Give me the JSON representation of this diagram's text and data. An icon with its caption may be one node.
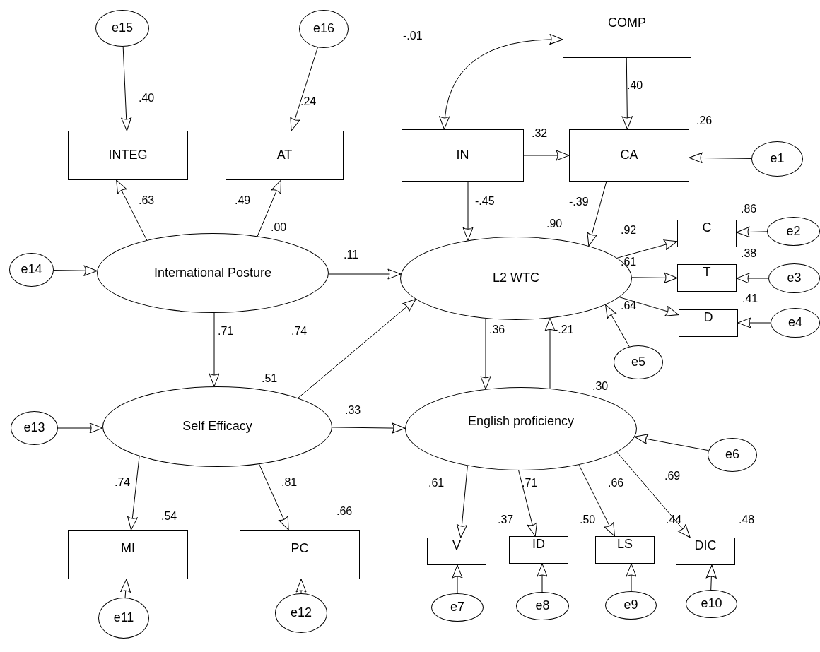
{
  "diagram": {
    "nodes": [
      {
        "text": [
          "COMP"
        ]
      },
      {
        "text": [
          "e15"
        ]
      },
      {
        "text": [
          "INTEG"
        ],
        "beside": [
          ".40"
        ]
      },
      {
        "text": [
          "e16"
        ]
      },
      {
        "text": [
          "AT"
        ],
        "beside": [
          ".24"
        ]
      },
      {
        "text": [
          "IN"
        ]
      },
      {
        "text": [
          "CA"
        ],
        "beside": [
          ".26"
        ]
      },
      {
        "text": [
          "e1"
        ]
      },
      {
        "text": [
          "e14"
        ]
      },
      {
        "text": [
          "International Posture"
        ],
        "beside": [
          ".00"
        ]
      },
      {
        "text": [
          "L2 WTC"
        ],
        "beside": [
          ".90"
        ]
      },
      {
        "text": [
          "C"
        ],
        "beside": [
          ".86"
        ]
      },
      {
        "text": [
          "e2"
        ]
      },
      {
        "text": [
          "T"
        ],
        "beside": [
          ".38"
        ]
      },
      {
        "text": [
          "e3"
        ]
      },
      {
        "text": [
          "D"
        ],
        "beside": [
          ".41"
        ]
      },
      {
        "text": [
          "e4"
        ]
      },
      {
        "text": [
          "e5"
        ]
      },
      {
        "text": [
          "e13"
        ]
      },
      {
        "text": [
          "Self Efficacy"
        ],
        "beside": [
          ".51"
        ]
      },
      {
        "text": [
          "English proficiency"
        ],
        "beside": [
          ".30"
        ]
      },
      {
        "text": [
          "e6"
        ]
      },
      {
        "text": [
          "MI"
        ],
        "beside": [
          ".54"
        ]
      },
      {
        "text": [
          "PC"
        ],
        "beside": [
          ".66"
        ]
      },
      {
        "text": [
          "V"
        ],
        "beside": [
          ".37"
        ]
      },
      {
        "text": [
          "ID"
        ],
        "beside": [
          ".50"
        ]
      },
      {
        "text": [
          "LS"
        ],
        "beside": [
          ".44"
        ]
      },
      {
        "text": [
          "DIC"
        ],
        "beside": [
          ".48"
        ]
      },
      {
        "text": [
          "e7"
        ]
      },
      {
        "text": [
          "e8"
        ]
      },
      {
        "text": [
          "e9"
        ]
      },
      {
        "text": [
          "e10"
        ]
      },
      {
        "text": [
          "e11"
        ]
      },
      {
        "text": [
          "e12"
        ]
      }
    ],
    "edges": [
      {
        "from": 0,
        "to": 5,
        "arrow": "both",
        "label": "-.01"
      },
      {
        "from": 0,
        "to": 6,
        "arrow": "to",
        "label": ".40"
      },
      {
        "from": 5,
        "to": 6,
        "arrow": "to",
        "label": ".32"
      },
      {
        "from": 7,
        "to": 6,
        "arrow": "to"
      },
      {
        "from": 5,
        "to": 10,
        "arrow": "to",
        "label": "-.45"
      },
      {
        "from": 6,
        "to": 10,
        "arrow": "to",
        "label": "-.39"
      },
      {
        "from": 1,
        "to": 2,
        "arrow": "to"
      },
      {
        "from": 3,
        "to": 4,
        "arrow": "to"
      },
      {
        "from": 9,
        "to": 2,
        "arrow": "to",
        "label": ".63"
      },
      {
        "from": 9,
        "to": 4,
        "arrow": "to",
        "label": ".49"
      },
      {
        "from": 8,
        "to": 9,
        "arrow": "to"
      },
      {
        "from": 9,
        "to": 10,
        "arrow": "to",
        "label": ".11"
      },
      {
        "from": 10,
        "to": 11,
        "arrow": "to",
        "label": ".92"
      },
      {
        "from": 10,
        "to": 13,
        "arrow": "to",
        "label": ".61"
      },
      {
        "from": 10,
        "to": 15,
        "arrow": "to",
        "label": ".64"
      },
      {
        "from": 12,
        "to": 11,
        "arrow": "to"
      },
      {
        "from": 14,
        "to": 13,
        "arrow": "to"
      },
      {
        "from": 16,
        "to": 15,
        "arrow": "to"
      },
      {
        "from": 17,
        "to": 10,
        "arrow": "to"
      },
      {
        "from": 9,
        "to": 19,
        "arrow": "to",
        "label": ".71"
      },
      {
        "from": 19,
        "to": 10,
        "arrow": "to",
        "label": ".74"
      },
      {
        "from": 10,
        "to": 20,
        "arrow": "to",
        "label": ".36"
      },
      {
        "from": 20,
        "to": 10,
        "arrow": "to",
        "label": "-.21"
      },
      {
        "from": 19,
        "to": 20,
        "arrow": "to",
        "label": ".33"
      },
      {
        "from": 18,
        "to": 19,
        "arrow": "to"
      },
      {
        "from": 21,
        "to": 20,
        "arrow": "to"
      },
      {
        "from": 19,
        "to": 22,
        "arrow": "to",
        "label": ".74"
      },
      {
        "from": 19,
        "to": 23,
        "arrow": "to",
        "label": ".81"
      },
      {
        "from": 20,
        "to": 24,
        "arrow": "to",
        "label": ".61"
      },
      {
        "from": 20,
        "to": 25,
        "arrow": "to",
        "label": ".71"
      },
      {
        "from": 20,
        "to": 26,
        "arrow": "to",
        "label": ".66"
      },
      {
        "from": 20,
        "to": 27,
        "arrow": "to",
        "label": ".69"
      },
      {
        "from": 28,
        "to": 24,
        "arrow": "to"
      },
      {
        "from": 29,
        "to": 25,
        "arrow": "to"
      },
      {
        "from": 30,
        "to": 26,
        "arrow": "to"
      },
      {
        "from": 31,
        "to": 27,
        "arrow": "to"
      },
      {
        "from": 32,
        "to": 22,
        "arrow": "to"
      },
      {
        "from": 33,
        "to": 23,
        "arrow": "to"
      }
    ]
  }
}
